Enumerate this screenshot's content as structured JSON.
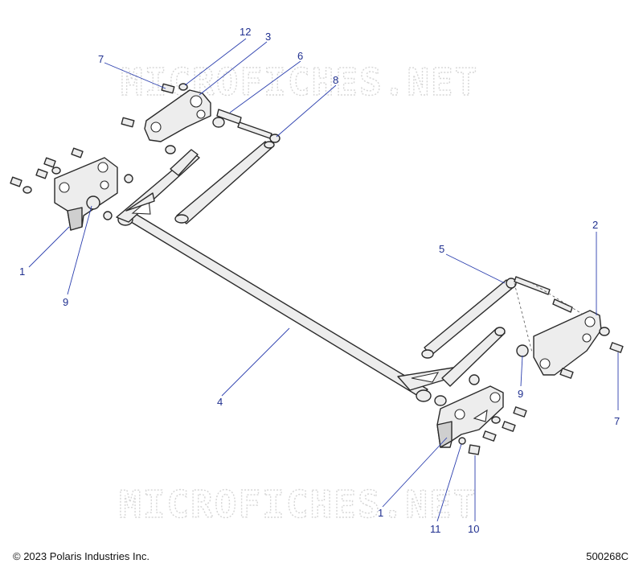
{
  "watermark": "MICROFICHES.NET",
  "footer": {
    "copyright": "© 2023 Polaris Industries Inc.",
    "drawing_number": "500268C"
  },
  "callouts": {
    "c1_left": "1",
    "c1_bottom": "1",
    "c2": "2",
    "c3": "3",
    "c4": "4",
    "c5": "5",
    "c6": "6",
    "c7_top": "7",
    "c7_right": "7",
    "c8": "8",
    "c9_left": "9",
    "c9_right": "9",
    "c10": "10",
    "c11": "11",
    "c12": "12"
  },
  "colors": {
    "callout": "#1f2f8f",
    "line": "#2a2a2a",
    "watermark": "#d6d6d6"
  }
}
